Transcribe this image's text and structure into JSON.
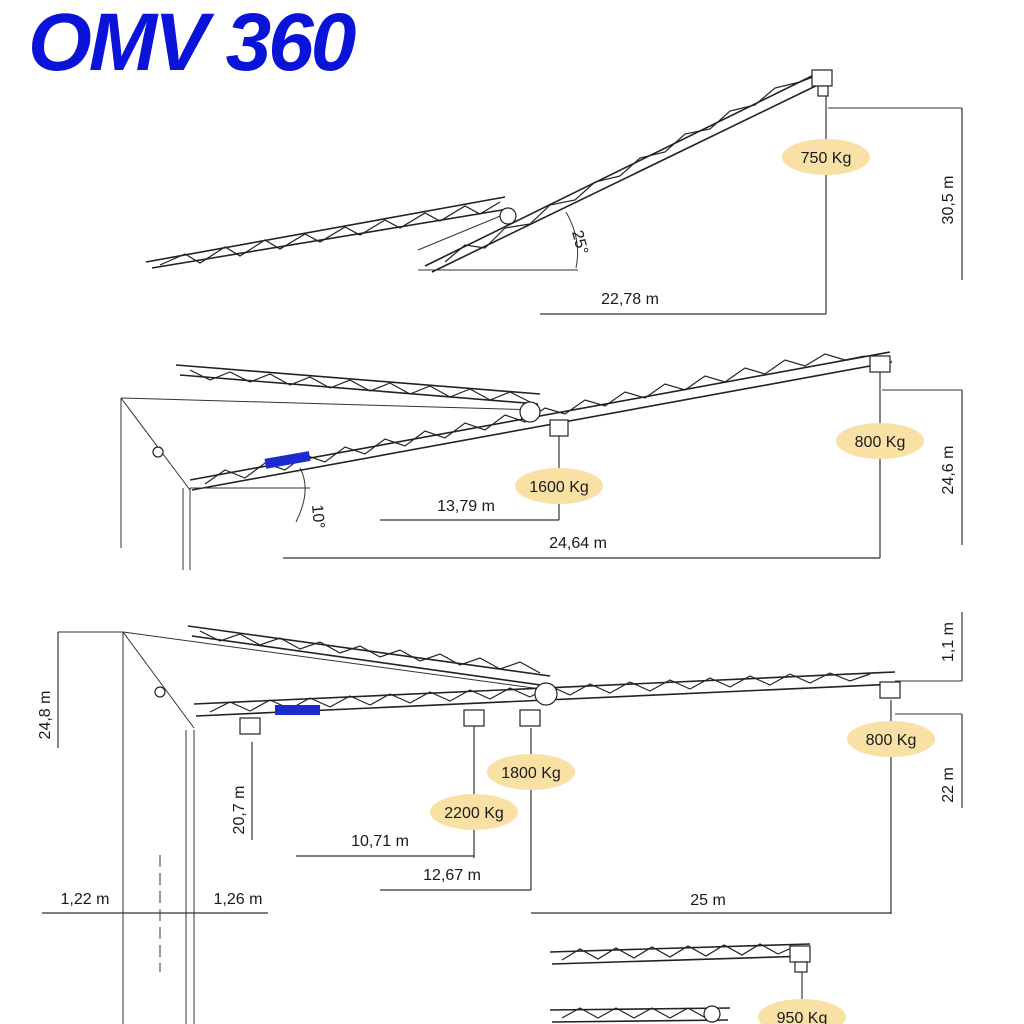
{
  "title": "OMV 360",
  "colors": {
    "title": "#0a14d8",
    "load_badge": "#f9e1a5",
    "lines": "#222222"
  },
  "config1": {
    "angle": "25°",
    "load": "750 Kg",
    "reach": "22,78 m",
    "height": "30,5 m"
  },
  "config2": {
    "angle": "10°",
    "load_inner": "1600 Kg",
    "load_tip": "800 Kg",
    "reach_inner": "13,79 m",
    "reach_tip": "24,64 m",
    "height": "24,6 m"
  },
  "config3": {
    "height_tower": "24,8 m",
    "height_trolley": "20,7 m",
    "load_a": "2200 Kg",
    "load_b": "1800 Kg",
    "load_tip": "800 Kg",
    "reach_a": "10,71 m",
    "reach_b": "12,67 m",
    "reach_tip": "25 m",
    "base_left": "1,22 m",
    "base_right": "1,26 m",
    "tip_rise": "1,1 m",
    "height_right": "22 m"
  },
  "config4": {
    "load": "950 Kg"
  }
}
